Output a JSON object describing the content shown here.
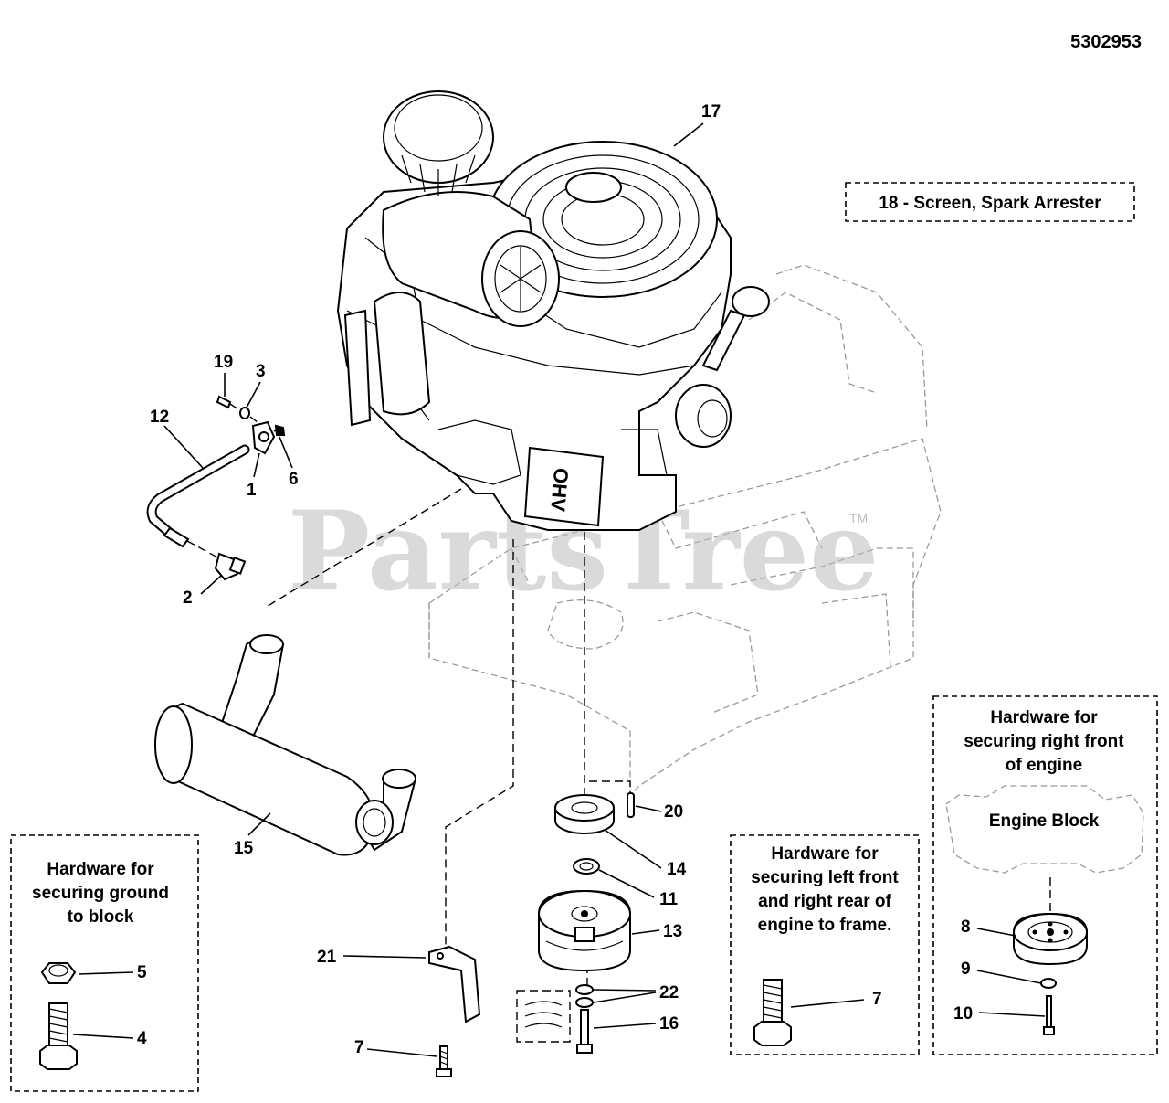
{
  "diagram_number": "5302953",
  "watermark": {
    "text": "PartsTree",
    "trademark": "TM"
  },
  "callouts": {
    "c17": "17",
    "c19": "19",
    "c3": "3",
    "c12": "12",
    "c6": "6",
    "c1": "1",
    "c2": "2",
    "c15": "15",
    "c20": "20",
    "c14": "14",
    "c11": "11",
    "c13": "13",
    "c21": "21",
    "c22": "22",
    "c16": "16",
    "c7a": "7",
    "c7b": "7",
    "c5": "5",
    "c4": "4",
    "c8": "8",
    "c9": "9",
    "c10": "10"
  },
  "spark_arrester_label": "18 - Screen, Spark Arrester",
  "boxes": {
    "ground": {
      "line1": "Hardware for",
      "line2": "securing ground",
      "line3": "to block"
    },
    "left_front": {
      "line1": "Hardware for",
      "line2": "securing left front",
      "line3": "and right rear of",
      "line4": "engine to frame."
    },
    "right_front": {
      "line1": "Hardware for",
      "line2": "securing right front",
      "line3": "of engine",
      "sub": "Engine Block"
    }
  }
}
